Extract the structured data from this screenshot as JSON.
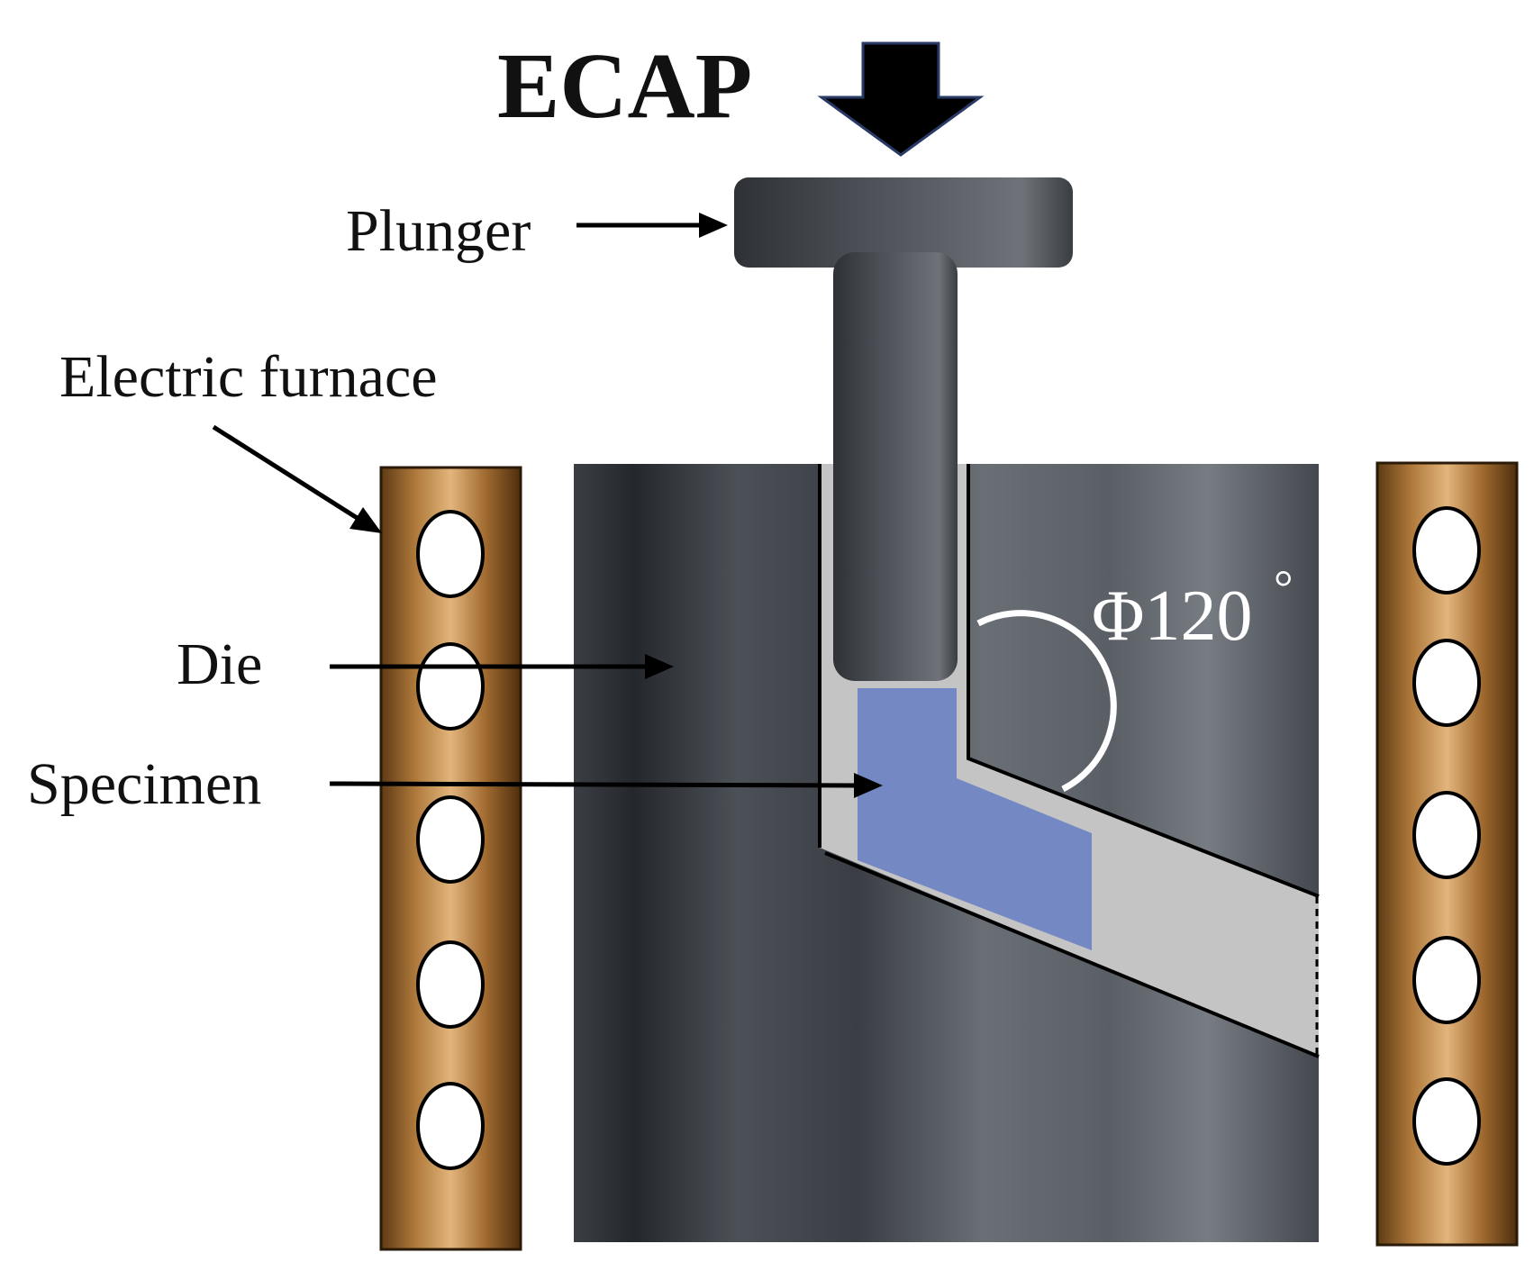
{
  "title": "ECAP",
  "labels": {
    "plunger": "Plunger",
    "electric_furnace": "Electric furnace",
    "die": "Die",
    "specimen": "Specimen"
  },
  "angle": {
    "symbol": "Φ",
    "value": "120",
    "unit": "°"
  },
  "colors": {
    "die": "#4a4e54",
    "plunger": "#3a3d43",
    "channel": "#c4c4c4",
    "specimen": "#7488c4",
    "furnace": "#a87238",
    "furnace_hole": "#ffffff",
    "arrow": "#000000"
  }
}
